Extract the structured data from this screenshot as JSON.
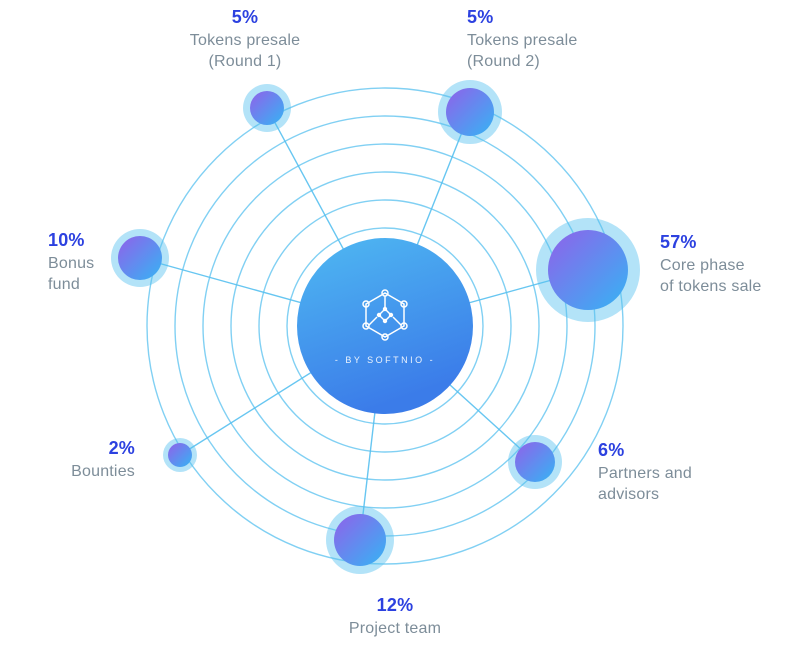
{
  "colors": {
    "percent-color": "#2c41e0",
    "label-color": "#7d8d99",
    "ring-color": "#57c0ef",
    "bubble-purple": "#9061ea",
    "bubble-cyan": "#35b4f4",
    "center-blue-light": "#4fb9f2",
    "center-blue-dark": "#3b7ce9"
  },
  "center": {
    "brand_text": "- BY SOFTNIO -",
    "logo_icon": "hex-network-icon"
  },
  "bubbles": [
    {
      "id": "tokens-presale-round-1",
      "percent": "5%",
      "lines": [
        "Tokens presale",
        "(Round 1)"
      ]
    },
    {
      "id": "tokens-presale-round-2",
      "percent": "5%",
      "lines": [
        "Tokens presale",
        "(Round 2)"
      ]
    },
    {
      "id": "bonus-fund",
      "percent": "10%",
      "lines": [
        "Bonus",
        "fund"
      ]
    },
    {
      "id": "core-phase",
      "percent": "57%",
      "lines": [
        "Core phase",
        "of tokens sale"
      ]
    },
    {
      "id": "bounties",
      "percent": "2%",
      "lines": [
        "Bounties"
      ]
    },
    {
      "id": "partners-and-advisors",
      "percent": "6%",
      "lines": [
        "Partners and",
        "advisors"
      ]
    },
    {
      "id": "project-team",
      "percent": "12%",
      "lines": [
        "Project team"
      ]
    }
  ],
  "chart_data": {
    "type": "pie",
    "labels": [
      "Tokens presale (Round 1)",
      "Tokens presale (Round 2)",
      "Bonus fund",
      "Core phase of tokens sale",
      "Bounties",
      "Partners and advisors",
      "Project team"
    ],
    "values": [
      5,
      5,
      10,
      57,
      2,
      6,
      12
    ],
    "title": "",
    "legend_position": "around-bubbles"
  }
}
